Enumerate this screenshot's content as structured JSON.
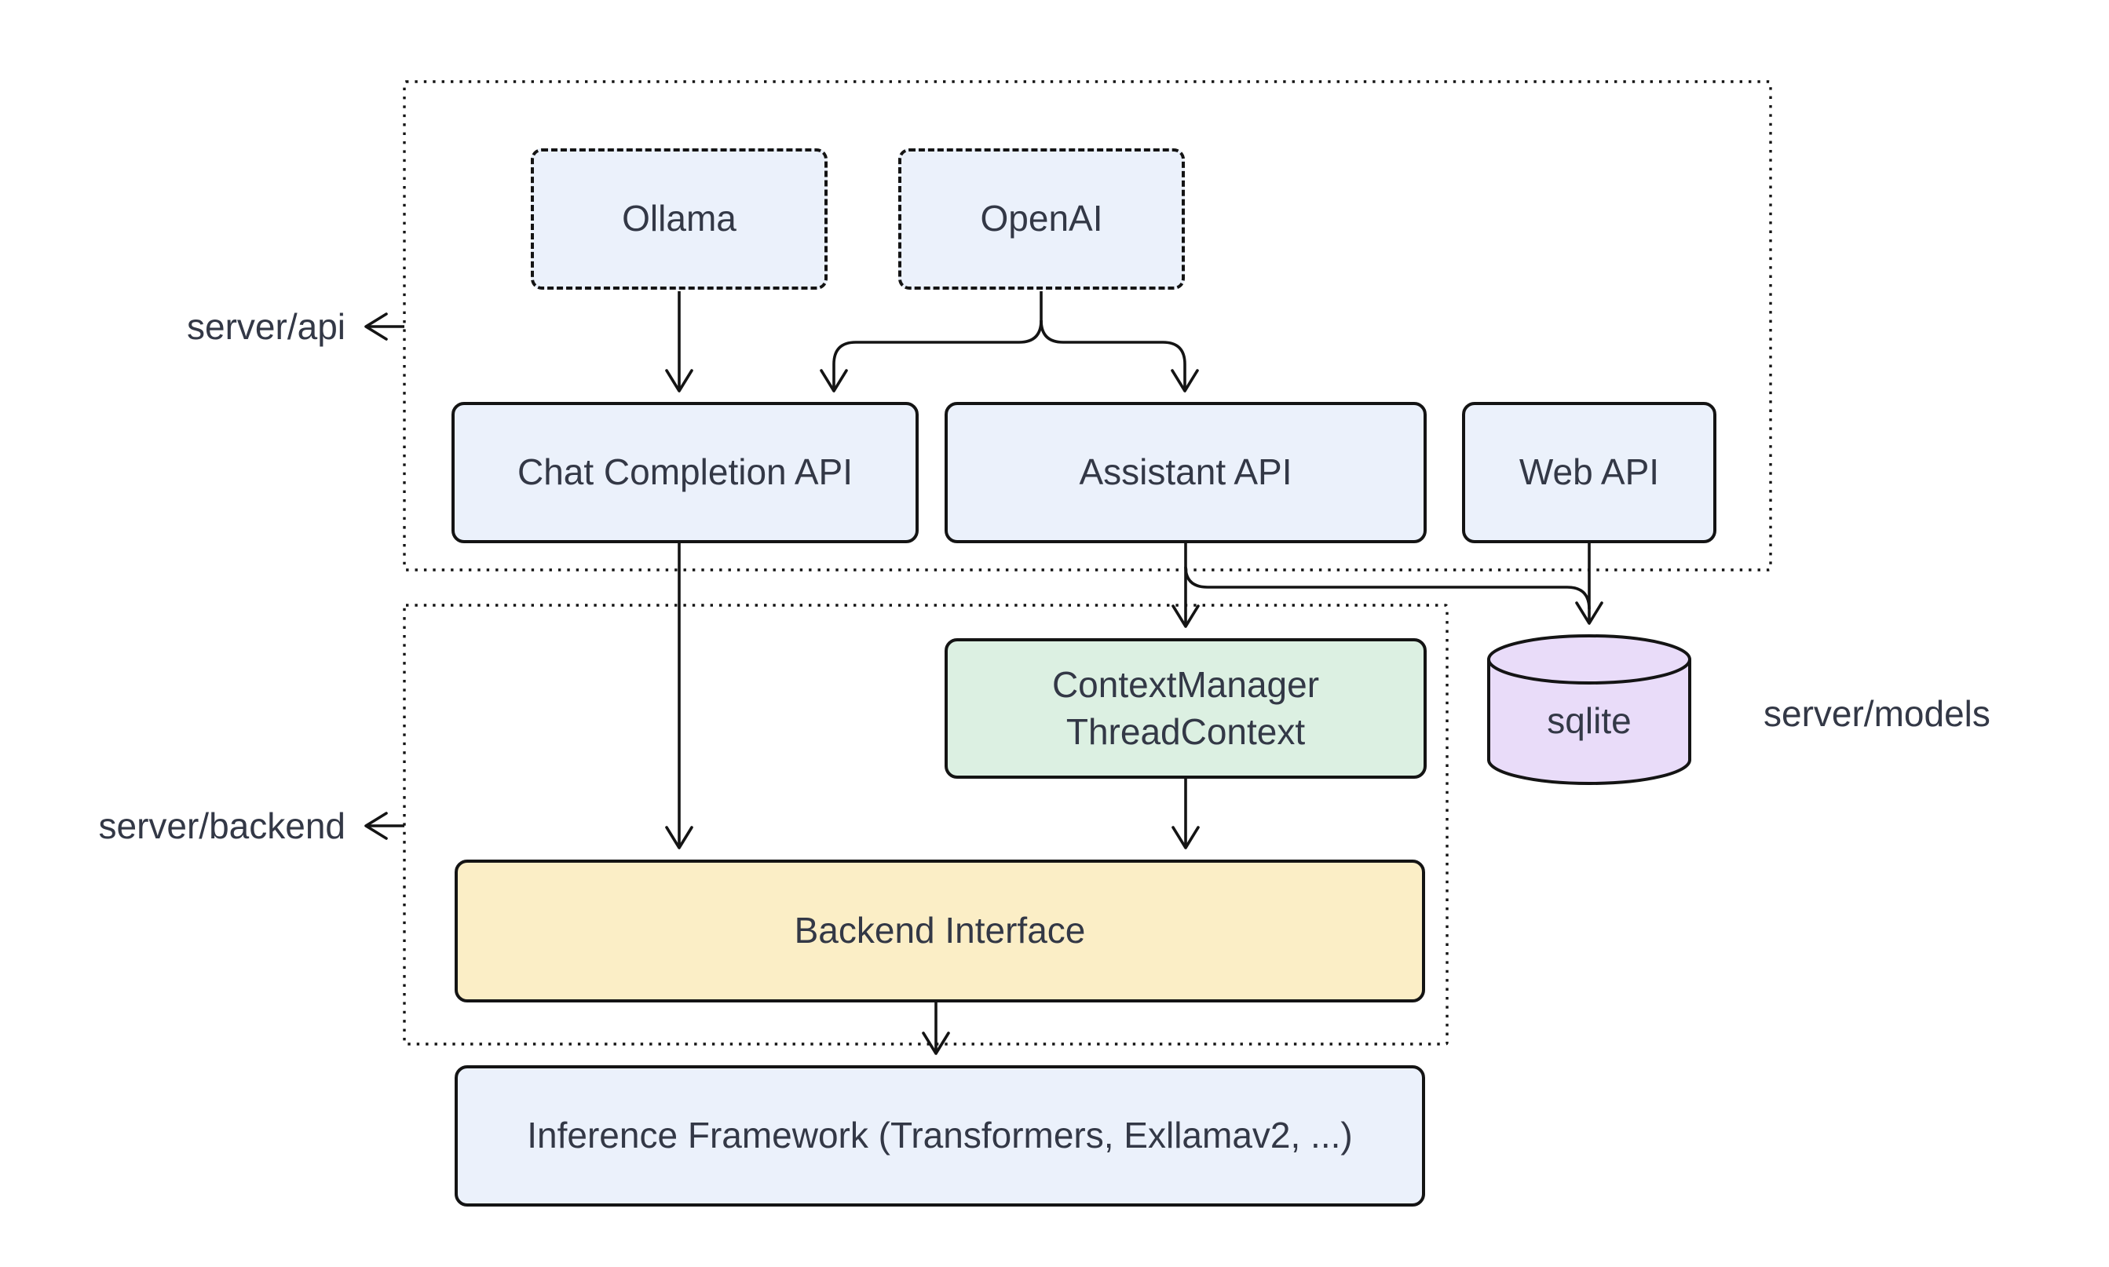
{
  "colors": {
    "background": "#ffffff",
    "stroke_dark": "#141414",
    "text_dark": "#333846",
    "node_blue": "#ebf1fb",
    "node_green": "#dcf0e2",
    "node_yellow": "#fbeec6",
    "node_purple": "#e9dcf9"
  },
  "zones": {
    "api": {
      "label": "server/api"
    },
    "backend": {
      "label": "server/backend"
    },
    "models": {
      "label": "server/models"
    }
  },
  "nodes": {
    "ollama": {
      "label": "Ollama"
    },
    "openai": {
      "label": "OpenAI"
    },
    "chat_completion_api": {
      "label": "Chat Completion API"
    },
    "assistant_api": {
      "label": "Assistant API"
    },
    "web_api": {
      "label": "Web API"
    },
    "context_manager": {
      "line1": "ContextManager",
      "line2": "ThreadContext"
    },
    "sqlite": {
      "label": "sqlite"
    },
    "backend_interface": {
      "label": "Backend Interface"
    },
    "inference_framework": {
      "label": "Inference Framework (Transformers, Exllamav2, ...)"
    }
  },
  "edges": [
    {
      "from": "Ollama",
      "to": "Chat Completion API"
    },
    {
      "from": "OpenAI",
      "to": "Chat Completion API"
    },
    {
      "from": "OpenAI",
      "to": "Assistant API"
    },
    {
      "from": "Chat Completion API",
      "to": "Backend Interface"
    },
    {
      "from": "Assistant API",
      "to": "ContextManager ThreadContext"
    },
    {
      "from": "Assistant API",
      "to": "sqlite"
    },
    {
      "from": "Web API",
      "to": "sqlite"
    },
    {
      "from": "ContextManager ThreadContext",
      "to": "Backend Interface"
    },
    {
      "from": "Backend Interface",
      "to": "Inference Framework (Transformers, Exllamav2, ...)"
    }
  ]
}
